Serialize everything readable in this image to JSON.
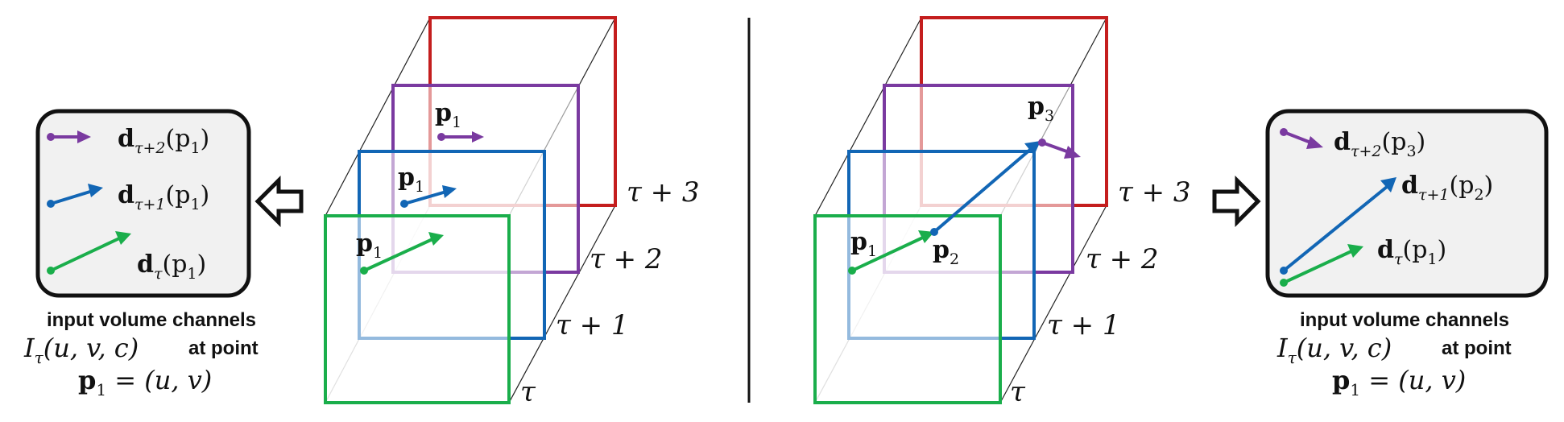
{
  "colors": {
    "frame_tau": "#1aae4b",
    "frame_tau1": "#1266b5",
    "frame_tau2": "#7a3aa0",
    "frame_tau3": "#c41e1e",
    "arrow_green": "#1aae4b",
    "arrow_blue": "#1266b5",
    "arrow_purple": "#7a3aa0",
    "box_fill": "#f1f1f1",
    "box_border": "#111111"
  },
  "frame_labels": {
    "tau": "τ",
    "tau1": "τ + 1",
    "tau2": "τ + 2",
    "tau3": "τ + 3"
  },
  "left": {
    "point_label": "p",
    "point_sub": "1",
    "box": {
      "row1": {
        "d": "d",
        "sub": "τ+2",
        "arg": "(p",
        "argsub": "1",
        "close": ")"
      },
      "row2": {
        "d": "d",
        "sub": "τ+1",
        "arg": "(p",
        "argsub": "1",
        "close": ")"
      },
      "row3": {
        "d": "d",
        "sub": "τ",
        "arg": "(p",
        "argsub": "1",
        "close": ")"
      }
    },
    "caption": {
      "line1": "input volume channels",
      "line2_math": "I",
      "line2_sub": "τ",
      "line2_args": "(u, v, c)",
      "line2_text": "at point",
      "line3_p": "p",
      "line3_sub": "1",
      "line3_rest": " = (u, v)"
    }
  },
  "right": {
    "labels": {
      "p1": "p",
      "p1_sub": "1",
      "p2": "p",
      "p2_sub": "2",
      "p3": "p",
      "p3_sub": "3"
    },
    "box": {
      "row1": {
        "d": "d",
        "sub": "τ+2",
        "arg": "(p",
        "argsub": "3",
        "close": ")"
      },
      "row2": {
        "d": "d",
        "sub": "τ+1",
        "arg": "(p",
        "argsub": "2",
        "close": ")"
      },
      "row3": {
        "d": "d",
        "sub": "τ",
        "arg": "(p",
        "argsub": "1",
        "close": ")"
      }
    },
    "caption": {
      "line1": "input volume channels",
      "line2_math": "I",
      "line2_sub": "τ",
      "line2_args": "(u, v, c)",
      "line2_text": "at point",
      "line3_p": "p",
      "line3_sub": "1",
      "line3_rest": " = (u, v)"
    }
  }
}
